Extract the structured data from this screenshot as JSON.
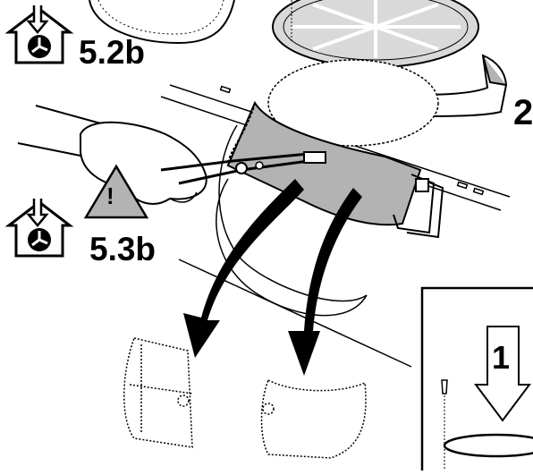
{
  "labels": {
    "step_52": "5.2b",
    "step_53": "5.3b",
    "step_2": "2",
    "step_1": "1",
    "warning": "!"
  },
  "icons": [
    "house-fan-icon",
    "house-fan-icon",
    "warning-triangle-icon",
    "rotate-arrow-icon",
    "down-arrow-icon"
  ],
  "colors": {
    "ink": "#000000",
    "part_fill": "#b3b3b3",
    "filter_fill": "#d9d9d9",
    "paper": "#ffffff"
  }
}
